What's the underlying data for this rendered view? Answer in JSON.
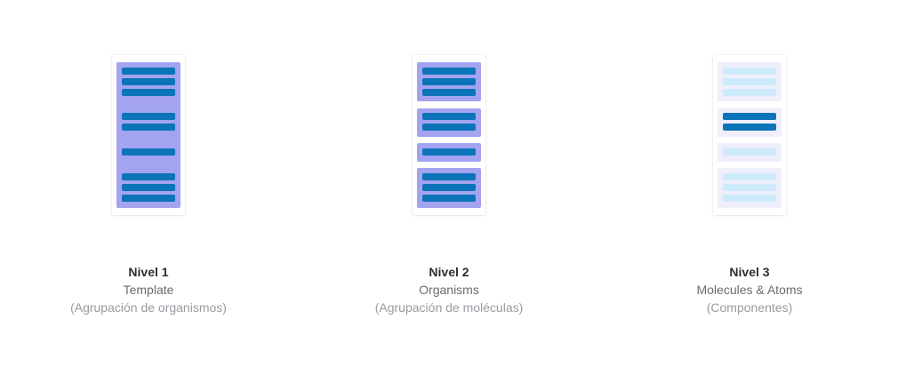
{
  "colors": {
    "group_active": "#a3a3f0",
    "group_faded": "#efeefb",
    "bar_active": "#0b74b8",
    "bar_faded": "#cdeafb"
  },
  "levels": [
    {
      "title": "Nivel 1",
      "subtitle": "Template",
      "note": "(Agrupación de organismos)",
      "highlight": "template"
    },
    {
      "title": "Nivel 2",
      "subtitle": "Organisms",
      "note": "(Agrupación de moléculas)",
      "highlight": "organisms"
    },
    {
      "title": "Nivel 3",
      "subtitle": "Molecules & Atoms",
      "note": "(Componentes)",
      "highlight": "molecule"
    }
  ]
}
